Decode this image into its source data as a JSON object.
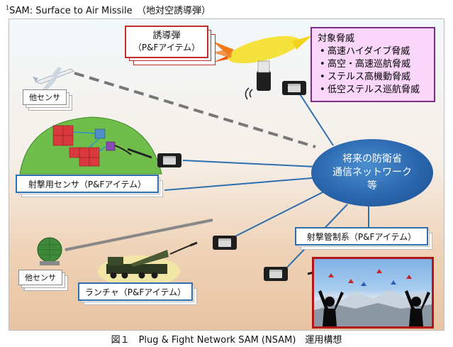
{
  "footnote": {
    "sup": "1",
    "text": "SAM: Surface to Air Missile　（地対空誘導弾）"
  },
  "missile_card": {
    "line1": "誘導弾",
    "line2": "（P&Fアイテム）"
  },
  "threats": {
    "title": "対象脅威",
    "items": [
      "高速ハイダイブ脅威",
      "高空・高速巡航脅威",
      "ステルス高機動脅威",
      "低空ステルス巡航脅威"
    ]
  },
  "other_sensor_top": "他センサ",
  "other_sensor_bottom": "他センサ",
  "fire_sensor": "射撃用センサ（P&Fアイテム）",
  "network": {
    "line1": "将来の防衛省",
    "line2": "通信ネットワーク",
    "line3": "等"
  },
  "fire_control": "射撃管制系（P&Fアイテム）",
  "launcher": "ランチャ（P&Fアイテム）",
  "caption": "図１　Plug & Fight Network SAM (NSAM)　運用構想",
  "colors": {
    "network": "#2a66ad",
    "threat_bg": "#fad6fb",
    "card_red": "#c0302a",
    "card_blue": "#2e6fb0"
  }
}
